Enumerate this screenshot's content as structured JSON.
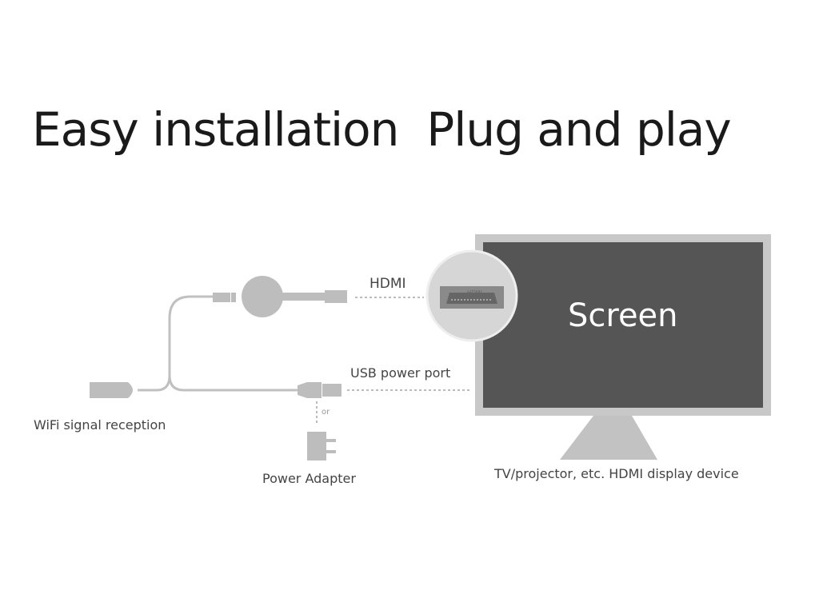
{
  "title": "Easy installation  Plug and play",
  "labels": {
    "hdmi": "HDMI",
    "usb_power_port": "USB power port",
    "wifi_signal_reception": "WiFi signal reception",
    "or": "or",
    "power_adapter": "Power Adapter",
    "screen": "Screen",
    "display_device": "TV/projector, etc. HDMI display device",
    "hdmi_port_logo": "HDMI"
  },
  "colors": {
    "device_gray": "#bdbdbd",
    "screen_dark": "#555555",
    "bezel": "#c8c8c8",
    "text": "#444444"
  }
}
